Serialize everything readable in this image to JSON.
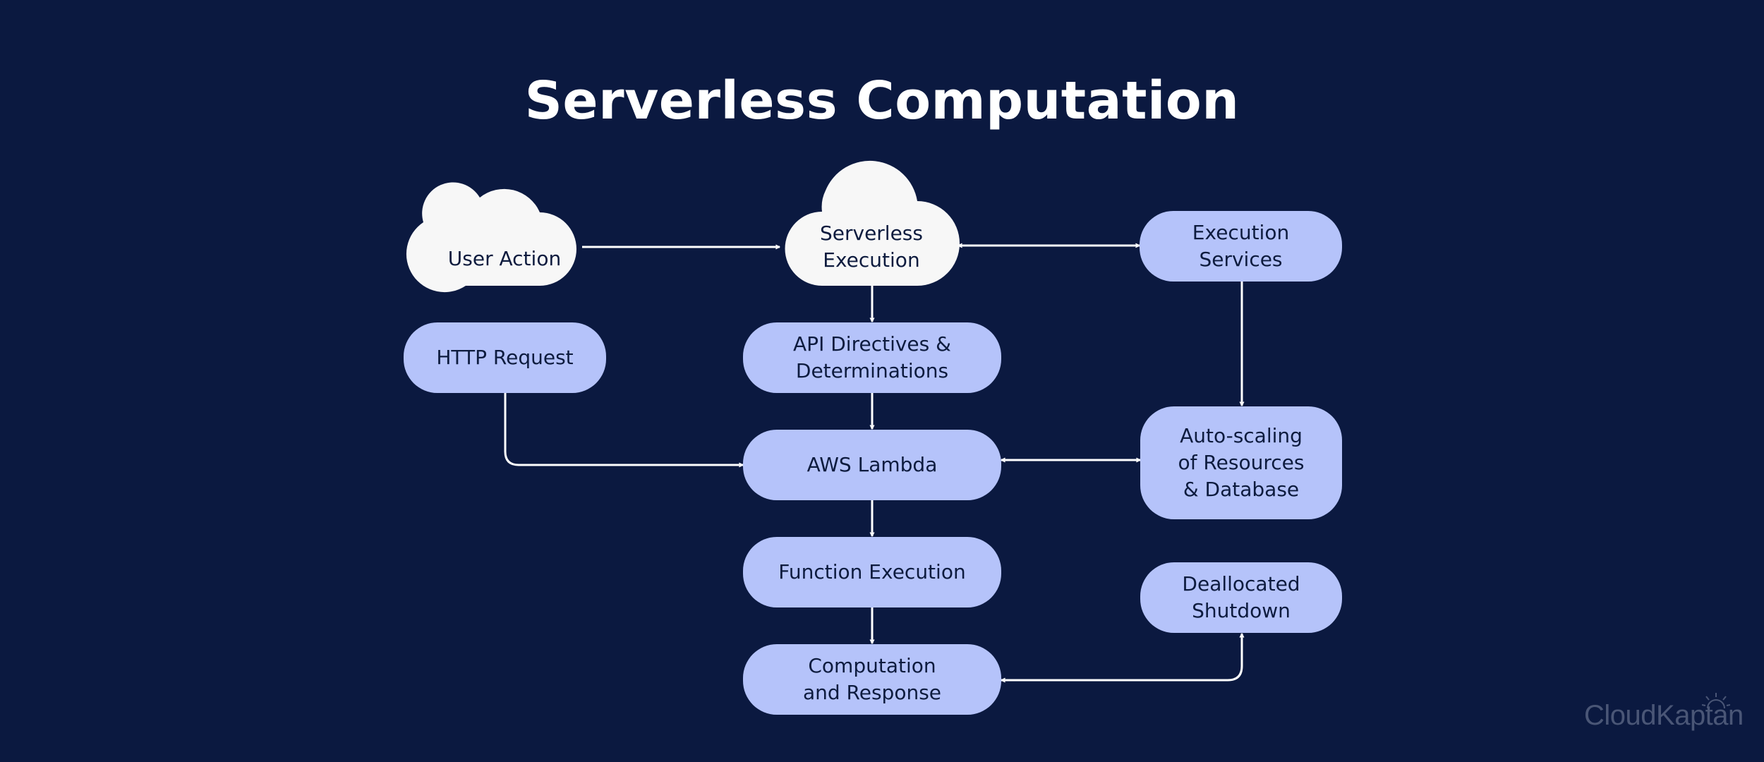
{
  "title": "Serverless Computation",
  "colors": {
    "background": "#0b1940",
    "node_fill": "#b5c3fa",
    "cloud_fill": "#f7f7f7",
    "connector": "#ffffff",
    "text": "#0d1b3e"
  },
  "nodes": {
    "user_action": "User Action",
    "serverless_execution": "Serverless\nExecution",
    "execution_services": "Execution\nServices",
    "http_request": "HTTP Request",
    "api_directives": "API Directives &\nDeterminations",
    "aws_lambda": "AWS Lambda",
    "auto_scaling": "Auto-scaling\nof Resources\n& Database",
    "function_execution": "Function Execution",
    "deallocated_shutdown": "Deallocated\nShutdown",
    "computation_response": "Computation\nand Response"
  },
  "watermark": "CloudKaptan"
}
